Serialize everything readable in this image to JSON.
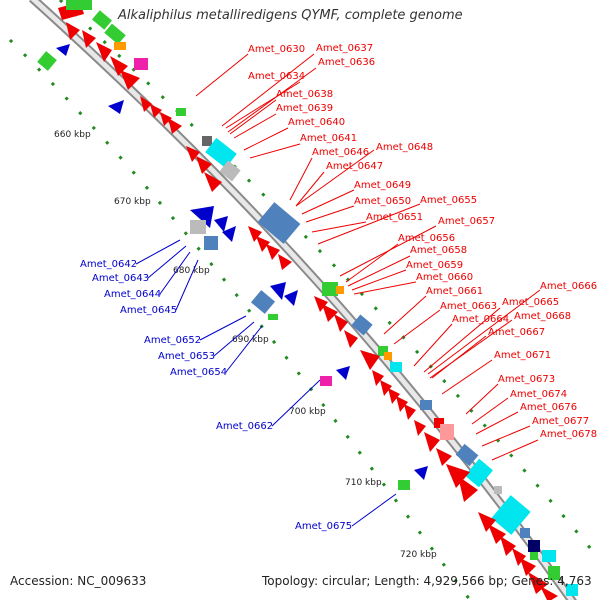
{
  "title": "Alkaliphilus metalliredigens QYMF, complete genome",
  "accession": "Accession: NC_009633",
  "topology": "Topology: circular; Length: 4,929,566 bp; Genes: 4,763",
  "ticks": [
    "660 kbp",
    "670 kbp",
    "680 kbp",
    "690 kbp",
    "700 kbp",
    "710 kbp",
    "720 kbp"
  ],
  "forward_labels": [
    "Amet_0630",
    "Amet_0637",
    "Amet_0636",
    "Amet_0634",
    "Amet_0638",
    "Amet_0639",
    "Amet_0640",
    "Amet_0641",
    "Amet_0646",
    "Amet_0648",
    "Amet_0647",
    "Amet_0649",
    "Amet_0650",
    "Amet_0655",
    "Amet_0651",
    "Amet_0657",
    "Amet_0656",
    "Amet_0658",
    "Amet_0659",
    "Amet_0660",
    "Amet_0661",
    "Amet_0663",
    "Amet_0664",
    "Amet_0665",
    "Amet_0666",
    "Amet_0668",
    "Amet_0667",
    "Amet_0671",
    "Amet_0673",
    "Amet_0674",
    "Amet_0676",
    "Amet_0677",
    "Amet_0678"
  ],
  "reverse_labels": [
    "Amet_0642",
    "Amet_0643",
    "Amet_0644",
    "Amet_0645",
    "Amet_0652",
    "Amet_0653",
    "Amet_0654",
    "Amet_0662",
    "Amet_0675"
  ],
  "colors": {
    "forward": "#ee0000",
    "reverse": "#0000cc",
    "backbone": "#9a9a9a",
    "tick": "#228b22"
  }
}
